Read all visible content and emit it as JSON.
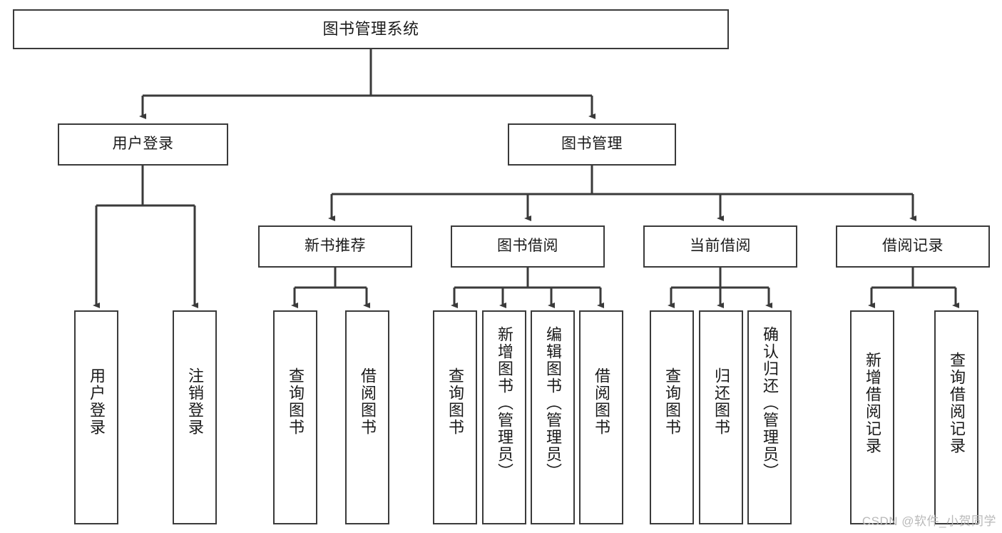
{
  "diagram": {
    "type": "tree-hierarchy",
    "title": "图书管理系统",
    "watermark": "CSDN @软件_小贺同学",
    "colors": {
      "stroke": "#3a3a3a",
      "fill": "#ffffff",
      "text": "#1a1a1a",
      "watermark": "#b9b9b9"
    },
    "levels": {
      "root": {
        "label": "图书管理系统"
      },
      "level1": [
        {
          "label": "用户登录"
        },
        {
          "label": "图书管理"
        }
      ],
      "level2": [
        {
          "label": "新书推荐"
        },
        {
          "label": "图书借阅"
        },
        {
          "label": "当前借阅"
        },
        {
          "label": "借阅记录"
        }
      ],
      "leaves": [
        {
          "label": "用户登录",
          "parent": "用户登录"
        },
        {
          "label": "注销登录",
          "parent": "用户登录"
        },
        {
          "label": "查询图书",
          "parent": "新书推荐"
        },
        {
          "label": "借阅图书",
          "parent": "新书推荐"
        },
        {
          "label": "查询图书",
          "parent": "图书借阅"
        },
        {
          "label": "新增图书（管理员）",
          "parent": "图书借阅"
        },
        {
          "label": "编辑图书（管理员）",
          "parent": "图书借阅"
        },
        {
          "label": "借阅图书",
          "parent": "图书借阅"
        },
        {
          "label": "查询图书",
          "parent": "当前借阅"
        },
        {
          "label": "归还图书",
          "parent": "当前借阅"
        },
        {
          "label": "确认归还（管理员）",
          "parent": "当前借阅"
        },
        {
          "label": "新增借阅记录",
          "parent": "借阅记录"
        },
        {
          "label": "查询借阅记录",
          "parent": "借阅记录"
        }
      ]
    }
  }
}
